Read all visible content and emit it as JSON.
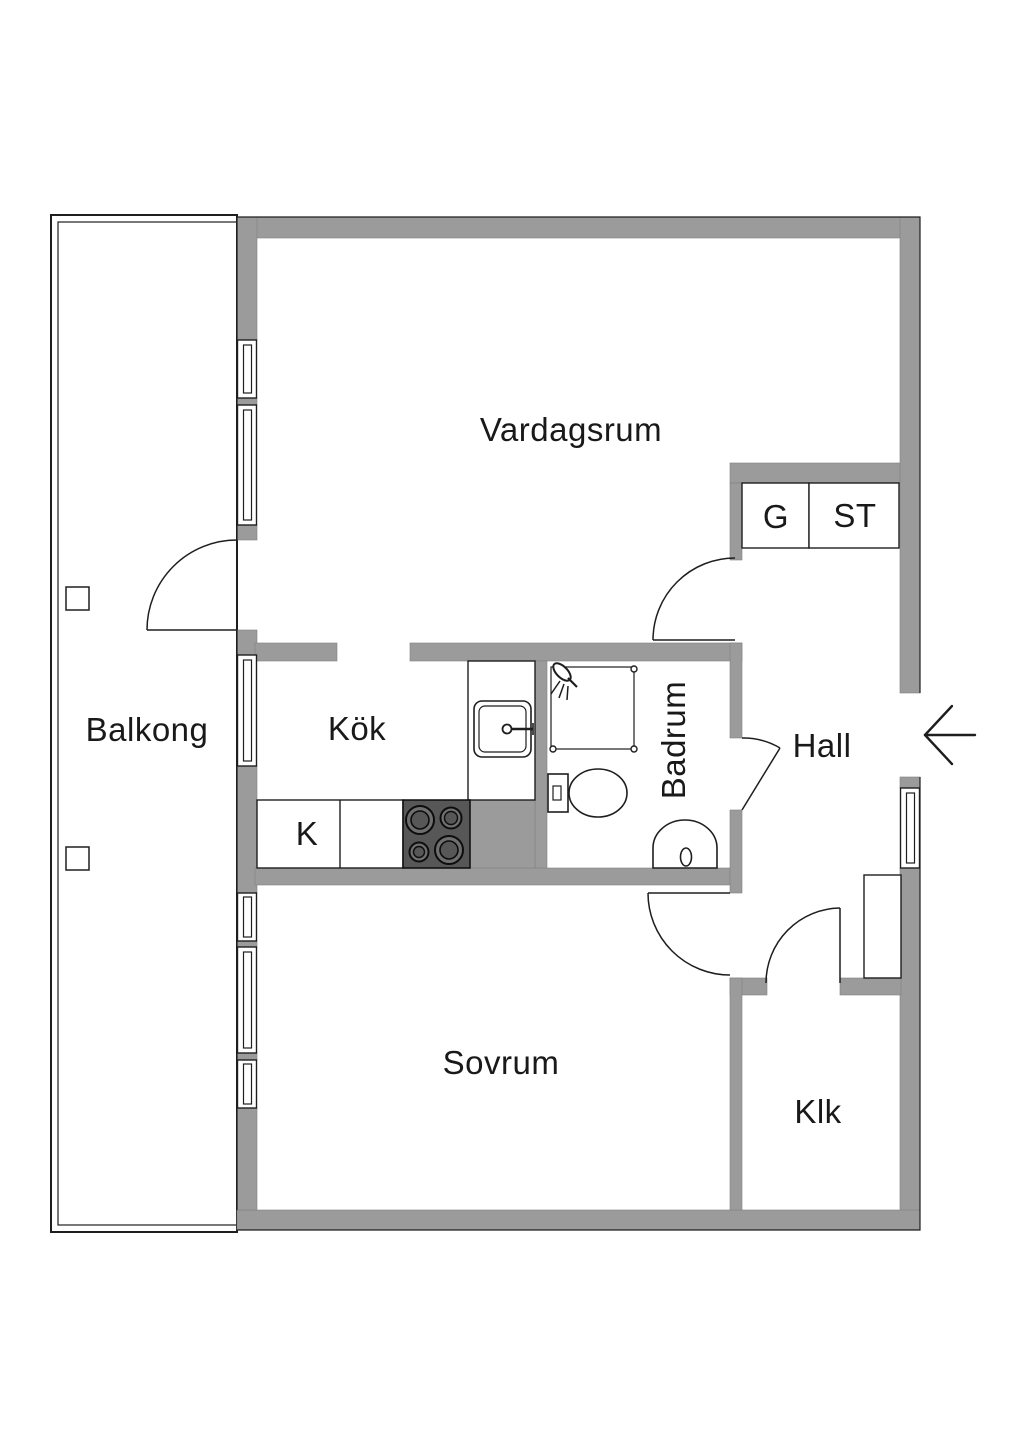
{
  "title": "Apartment floor plan",
  "rooms": {
    "balkong": {
      "label": "Balkong"
    },
    "vardagsrum": {
      "label": "Vardagsrum"
    },
    "kok": {
      "label": "Kök"
    },
    "badrum": {
      "label": "Badrum"
    },
    "hall": {
      "label": "Hall"
    },
    "sovrum": {
      "label": "Sovrum"
    },
    "klk": {
      "label": "Klk"
    }
  },
  "fixtures": {
    "fridge_label": "K",
    "closet_g_label": "G",
    "closet_st_label": "ST"
  },
  "icons": [
    "entrance-arrow-icon",
    "shower-head-icon",
    "toilet-icon",
    "bath-sink-icon",
    "kitchen-sink-icon",
    "stove-icon",
    "door-swing-arc",
    "window-frame"
  ],
  "colors": {
    "wall": "#9b9b9b",
    "outline": "#1e1e1e",
    "stove": "#575757",
    "burner": "#6f6f6f",
    "text": "#191919",
    "bg": "#ffffff"
  }
}
